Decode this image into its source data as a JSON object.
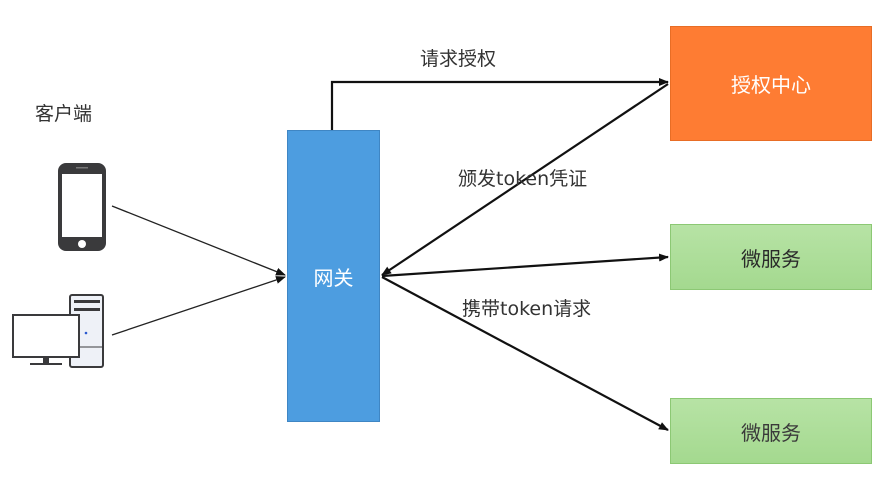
{
  "client": {
    "label": "客户端",
    "devices": [
      "mobile-phone",
      "desktop-computer"
    ]
  },
  "gateway": {
    "label": "网关",
    "color": "#4d9de0"
  },
  "auth_center": {
    "label": "授权中心",
    "color": "#fe7c33"
  },
  "services": [
    {
      "label": "微服务",
      "color": "#aedc9a"
    },
    {
      "label": "微服务",
      "color": "#aedc9a"
    }
  ],
  "edges": {
    "request_auth": "请求授权",
    "issue_token": "颁发token凭证",
    "carry_token": "携带token请求"
  }
}
